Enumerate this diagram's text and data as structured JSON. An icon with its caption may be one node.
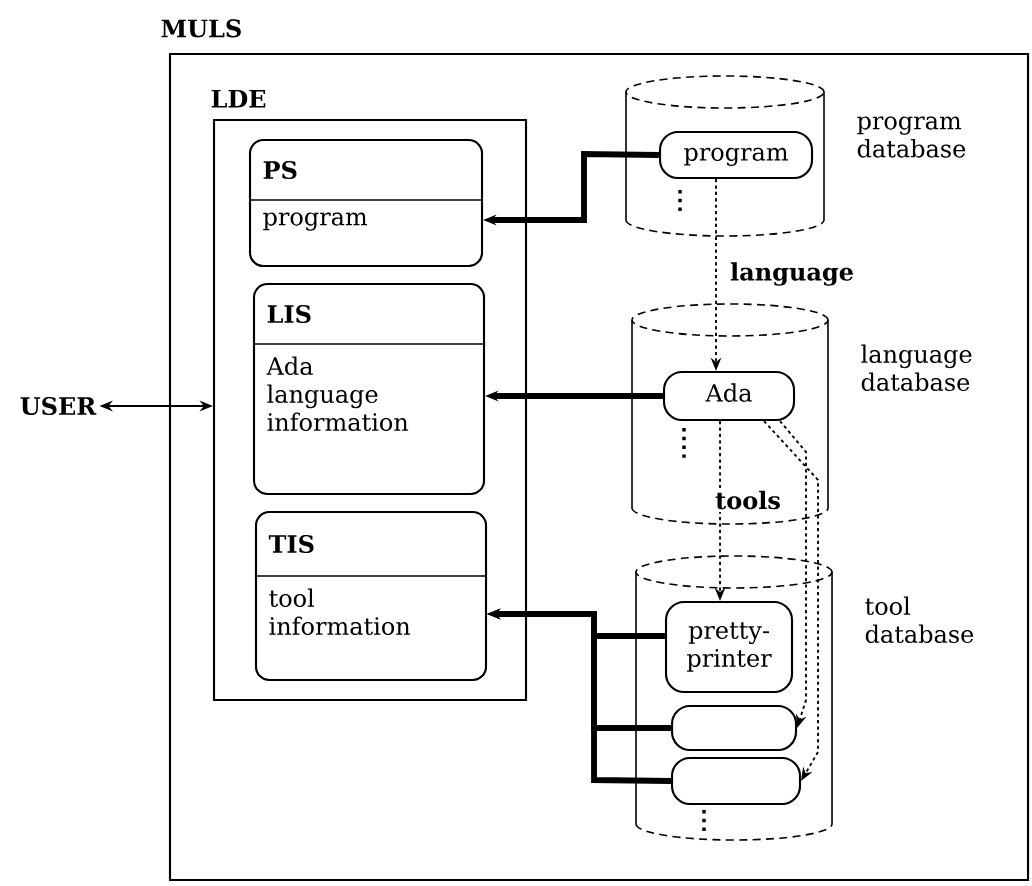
{
  "diagram": {
    "nodes": [
      {
        "text": [
          "MULS"
        ]
      },
      {
        "text": [
          "LDE"
        ],
        "in": 0
      },
      {
        "text": [
          "PS",
          "program"
        ],
        "in": 1
      },
      {
        "text": [
          "LIS",
          "Ada language information"
        ],
        "in": 1
      },
      {
        "text": [
          "TIS",
          "tool information"
        ],
        "in": 1
      },
      {
        "text": [],
        "shape": "cylinder",
        "beside": [
          "program database"
        ],
        "in": 0
      },
      {
        "text": [
          "program"
        ],
        "in": 5
      },
      {
        "text": [],
        "shape": "cylinder",
        "beside": [
          "language database"
        ],
        "in": 0
      },
      {
        "text": [
          "Ada"
        ],
        "in": 7
      },
      {
        "text": [],
        "shape": "cylinder",
        "beside": [
          "tool database"
        ],
        "in": 0
      },
      {
        "text": [
          "pretty-printer"
        ],
        "in": 9
      },
      {
        "text": [],
        "shape": "box",
        "in": 9
      },
      {
        "text": [],
        "shape": "box",
        "in": 9
      },
      {
        "text": [
          "USER"
        ]
      }
    ],
    "edges": [
      {
        "from": 13,
        "to": 1,
        "arrow": "both"
      },
      {
        "from": 6,
        "to": 2,
        "arrow": "to",
        "style": "thick"
      },
      {
        "from": 8,
        "to": 3,
        "arrow": "to",
        "style": "thick"
      },
      {
        "from": 10,
        "to": 4,
        "arrow": "to",
        "style": "thick"
      },
      {
        "from": 11,
        "to": 4,
        "arrow": "to",
        "style": "thick"
      },
      {
        "from": 12,
        "to": 4,
        "arrow": "to",
        "style": "thick"
      },
      {
        "from": 6,
        "to": 8,
        "arrow": "to",
        "style": "dashed",
        "label": "language"
      },
      {
        "from": 8,
        "to": 10,
        "arrow": "to",
        "style": "dashed",
        "label": "tools"
      },
      {
        "from": 8,
        "to": 11,
        "arrow": "to",
        "style": "dashed"
      },
      {
        "from": 8,
        "to": 12,
        "arrow": "to",
        "style": "dashed"
      }
    ]
  }
}
